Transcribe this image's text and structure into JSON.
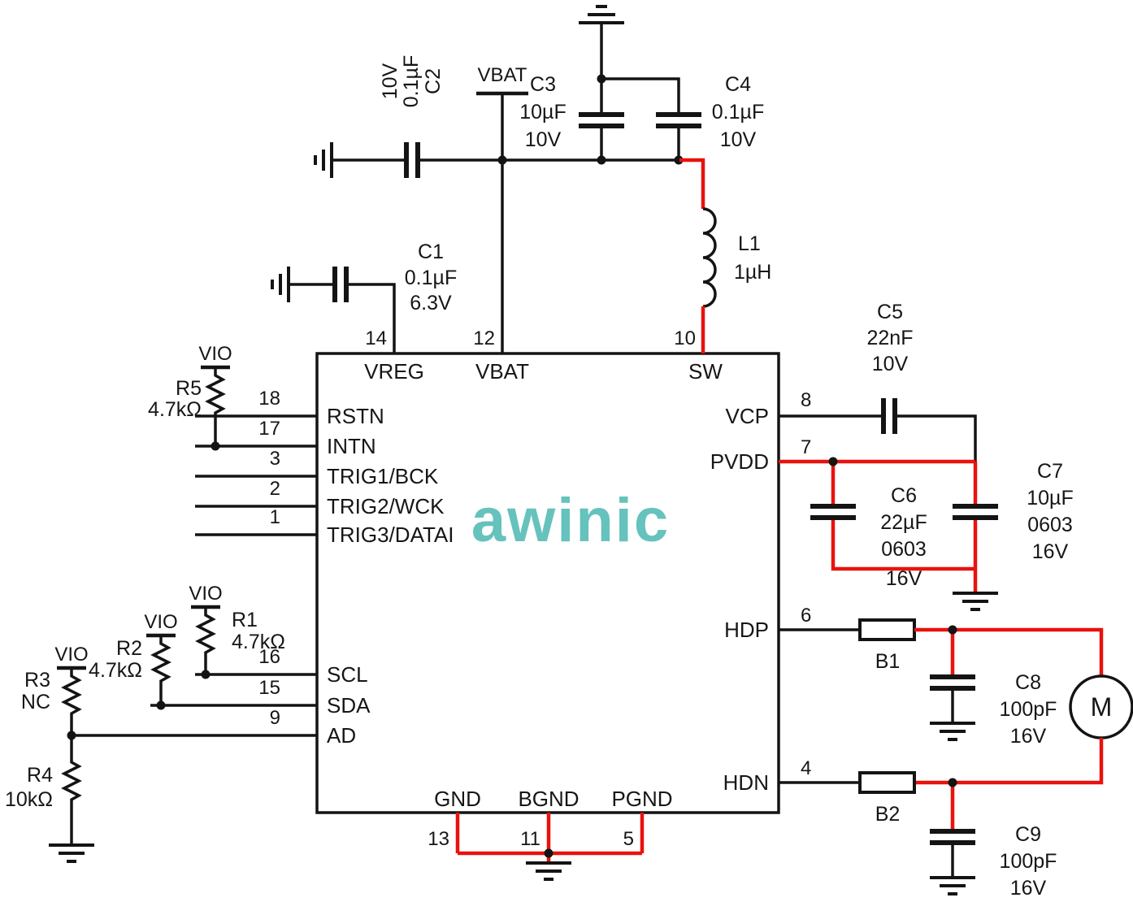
{
  "logo": "awinic",
  "colors": {
    "wire": "#141414",
    "highlight": "#e8120e",
    "logo": "#66c2bd"
  },
  "nets": {
    "vbat": "VBAT",
    "vio": "VIO"
  },
  "ic": {
    "pins": {
      "top": [
        {
          "num": "14",
          "name": "VREG"
        },
        {
          "num": "12",
          "name": "VBAT"
        },
        {
          "num": "10",
          "name": "SW"
        }
      ],
      "left": [
        {
          "num": "18",
          "name": "RSTN"
        },
        {
          "num": "17",
          "name": "INTN"
        },
        {
          "num": "3",
          "name": "TRIG1/BCK"
        },
        {
          "num": "2",
          "name": "TRIG2/WCK"
        },
        {
          "num": "1",
          "name": "TRIG3/DATAI"
        },
        {
          "num": "16",
          "name": "SCL"
        },
        {
          "num": "15",
          "name": "SDA"
        },
        {
          "num": "9",
          "name": "AD"
        }
      ],
      "right": [
        {
          "num": "8",
          "name": "VCP"
        },
        {
          "num": "7",
          "name": "PVDD"
        },
        {
          "num": "6",
          "name": "HDP"
        },
        {
          "num": "4",
          "name": "HDN"
        }
      ],
      "bottom": [
        {
          "num": "13",
          "name": "GND"
        },
        {
          "num": "11",
          "name": "BGND"
        },
        {
          "num": "5",
          "name": "PGND"
        }
      ]
    }
  },
  "components": {
    "c1": {
      "ref": "C1",
      "value": "0.1µF",
      "rating": "6.3V"
    },
    "c2": {
      "ref": "C2",
      "value": "0.1µF",
      "rating": "10V"
    },
    "c3": {
      "ref": "C3",
      "value": "10µF",
      "rating": "10V"
    },
    "c4": {
      "ref": "C4",
      "value": "0.1µF",
      "rating": "10V"
    },
    "c5": {
      "ref": "C5",
      "value": "22nF",
      "rating": "10V"
    },
    "c6": {
      "ref": "C6",
      "value": "22µF",
      "package": "0603",
      "rating": "16V"
    },
    "c7": {
      "ref": "C7",
      "value": "10µF",
      "package": "0603",
      "rating": "16V"
    },
    "c8": {
      "ref": "C8",
      "value": "100pF",
      "rating": "16V"
    },
    "c9": {
      "ref": "C9",
      "value": "100pF",
      "rating": "16V"
    },
    "l1": {
      "ref": "L1",
      "value": "1µH"
    },
    "r1": {
      "ref": "R1",
      "value": "4.7kΩ"
    },
    "r2": {
      "ref": "R2",
      "value": "4.7kΩ"
    },
    "r3": {
      "ref": "R3",
      "value": "NC"
    },
    "r4": {
      "ref": "R4",
      "value": "10kΩ"
    },
    "r5": {
      "ref": "R5",
      "value": "4.7kΩ"
    },
    "b1": {
      "ref": "B1"
    },
    "b2": {
      "ref": "B2"
    },
    "motor": {
      "ref": "M"
    }
  }
}
